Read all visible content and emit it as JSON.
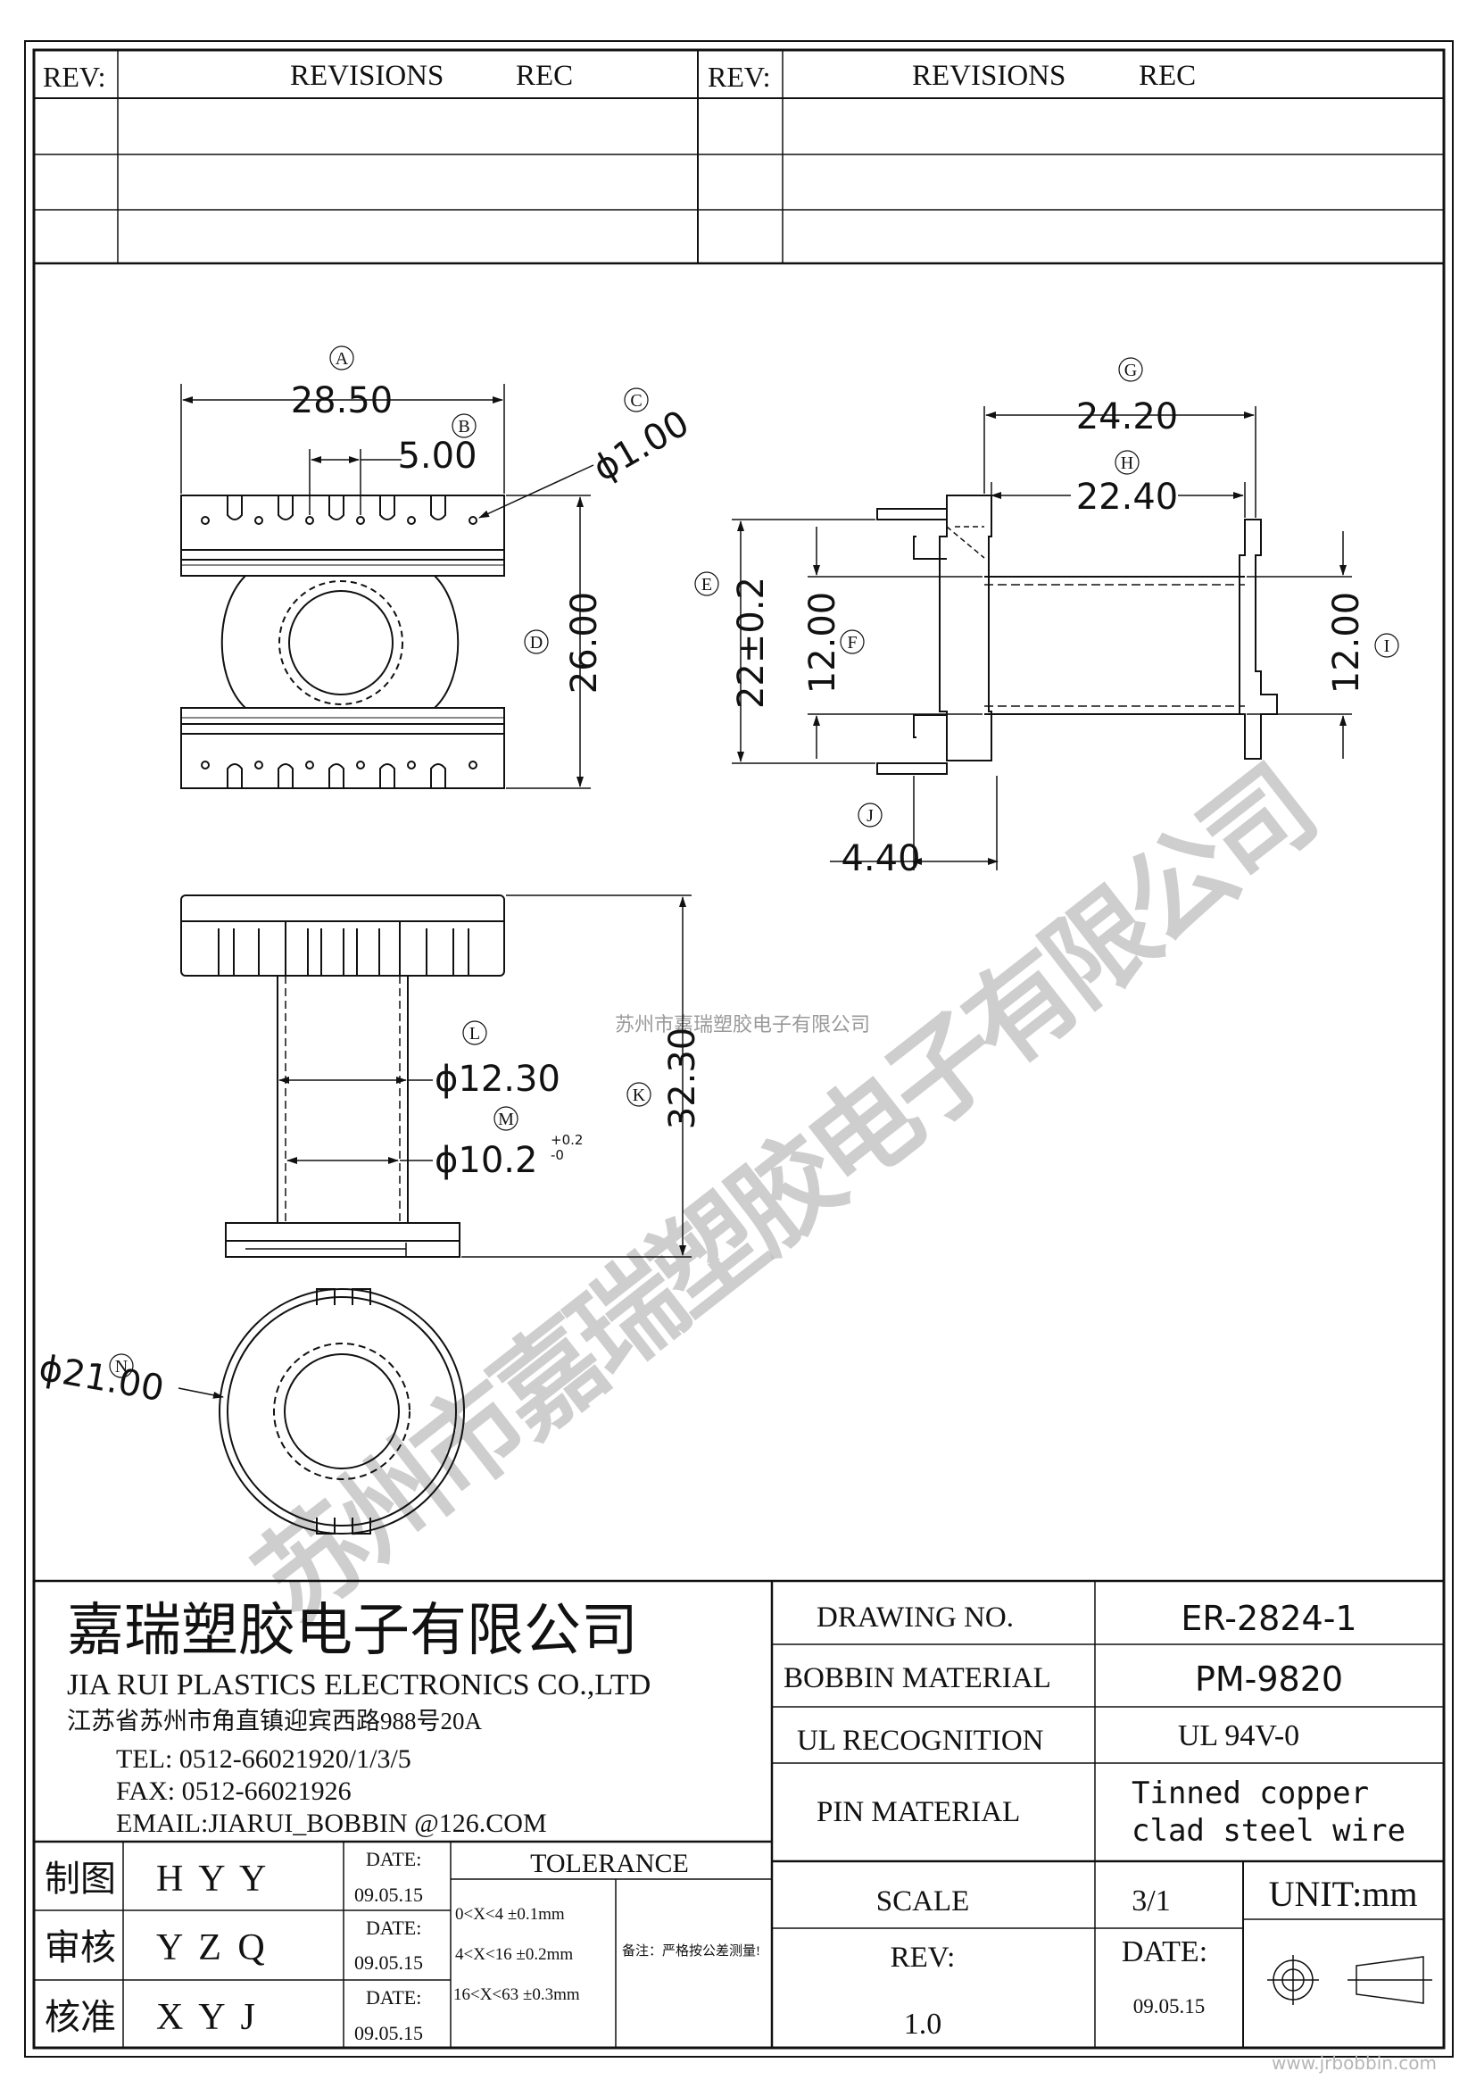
{
  "revisions": {
    "rev_label": "REV:",
    "revisions_label": "REVISIONS",
    "rec_label": "REC"
  },
  "dimensions": {
    "A": {
      "marker": "A",
      "value": "28.50"
    },
    "B": {
      "marker": "B",
      "value": "5.00"
    },
    "C": {
      "marker": "C",
      "value": "ϕ1.00"
    },
    "D": {
      "marker": "D",
      "value": "26.00"
    },
    "E": {
      "marker": "E",
      "value": "22±0.2"
    },
    "F": {
      "marker": "F",
      "value": "12.00"
    },
    "G": {
      "marker": "G",
      "value": "24.20"
    },
    "H": {
      "marker": "H",
      "value": "22.40"
    },
    "I": {
      "marker": "I",
      "value": "12.00"
    },
    "J": {
      "marker": "J",
      "value": "4.40"
    },
    "K": {
      "marker": "K",
      "value": "32.30"
    },
    "L": {
      "marker": "L",
      "value": "ϕ12.30"
    },
    "M": {
      "marker": "M",
      "value": "ϕ10.2",
      "tol_plus": "+0.2",
      "tol_minus": "-0"
    },
    "N": {
      "marker": "N",
      "value": "ϕ21.00"
    }
  },
  "watermark": {
    "small": "苏州市嘉瑞塑胶电子有限公司",
    "large": "苏州市嘉瑞塑胶电子有限公司"
  },
  "company": {
    "name_cn": "嘉瑞塑胶电子有限公司",
    "name_en": "JIA RUI PLASTICS ELECTRONICS CO.,LTD",
    "address": "江苏省苏州市角直镇迎宾西路988号20A",
    "tel": "TEL:  0512-66021920/1/3/5",
    "fax": "FAX:  0512-66021926",
    "email": "EMAIL:JIARUI_BOBBIN @126.COM"
  },
  "signoff": [
    {
      "role": "制图",
      "name": "H Y Y",
      "date_label": "DATE:",
      "date": "09.05.15"
    },
    {
      "role": "审核",
      "name": "Y Z Q",
      "date_label": "DATE:",
      "date": "09.05.15"
    },
    {
      "role": "核准",
      "name": "X Y J",
      "date_label": "DATE:",
      "date": "09.05.15"
    }
  ],
  "tolerance": {
    "title": "TOLERANCE",
    "rows": [
      "0<X<4  ±0.1mm",
      "4<X<16 ±0.2mm",
      "16<X<63 ±0.3mm"
    ],
    "note": "备注：严格按公差测量!"
  },
  "title_block": {
    "drawing_no_label": "DRAWING  NO.",
    "drawing_no": "ER-2824-1",
    "bobbin_material_label": "BOBBIN  MATERIAL",
    "bobbin_material": "PM-9820",
    "ul_label": "UL RECOGNITION",
    "ul_value": "UL 94V-0",
    "pin_material_label": "PIN MATERIAL",
    "pin_material_1": "Tinned copper",
    "pin_material_2": "clad steel wire",
    "scale_label": "SCALE",
    "scale": "3/1",
    "unit": "UNIT:mm",
    "rev_label": "REV:",
    "rev": "1.0",
    "date_label": "DATE:",
    "date": "09.05.15"
  },
  "footer_url": "www.jrbobbin.com"
}
